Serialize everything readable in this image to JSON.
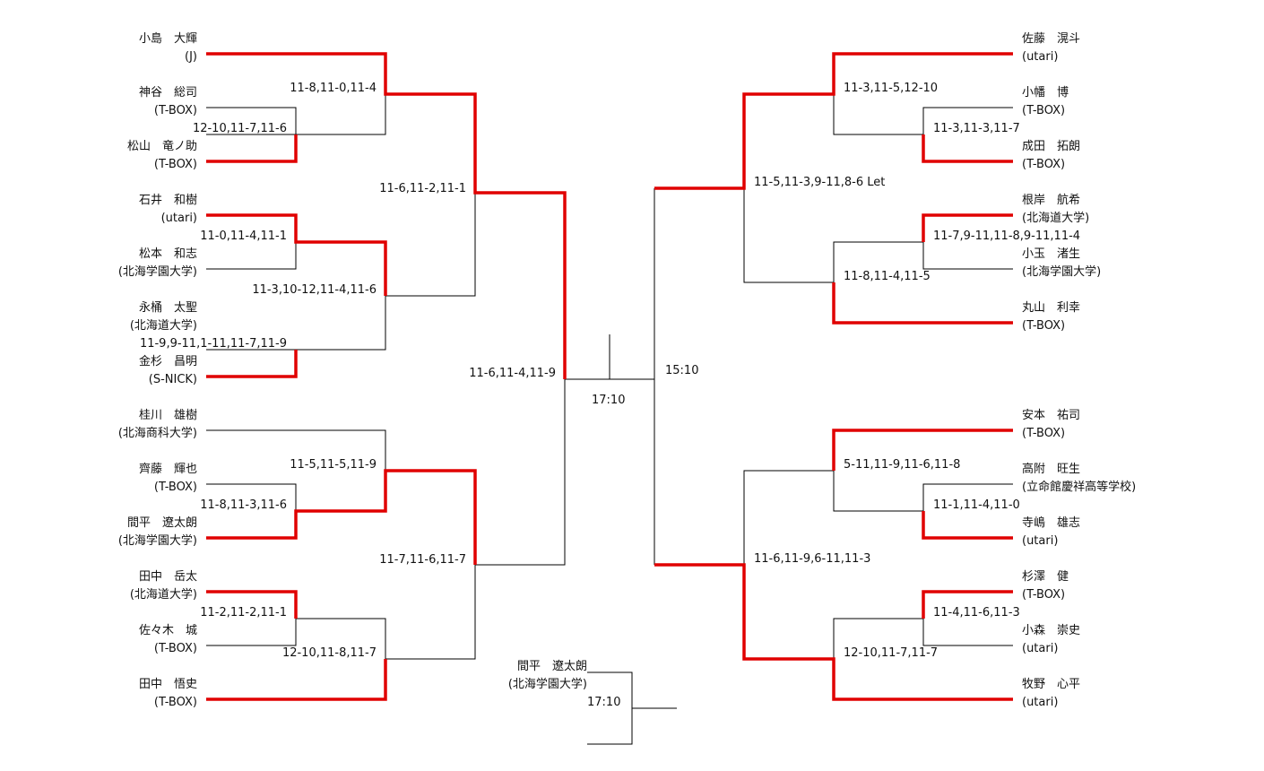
{
  "left_players": [
    {
      "name": "小島　大輝",
      "team": "(J)"
    },
    {
      "name": "神谷　総司",
      "team": "(T-BOX)"
    },
    {
      "name": "松山　竜ノ助",
      "team": "(T-BOX)"
    },
    {
      "name": "石井　和樹",
      "team": "(utari)"
    },
    {
      "name": "松本　和志",
      "team": "(北海学園大学)"
    },
    {
      "name": "永桶　太聖",
      "team": "(北海道大学)"
    },
    {
      "name": "金杉　昌明",
      "team": "(S-NICK)"
    },
    {
      "name": "桂川　雄樹",
      "team": "(北海商科大学)"
    },
    {
      "name": "齊藤　輝也",
      "team": "(T-BOX)"
    },
    {
      "name": "間平　遼太朗",
      "team": "(北海学園大学)"
    },
    {
      "name": "田中　岳太",
      "team": "(北海道大学)"
    },
    {
      "name": "佐々木　城",
      "team": "(T-BOX)"
    },
    {
      "name": "田中　悟史",
      "team": "(T-BOX)"
    }
  ],
  "right_players": [
    {
      "name": "佐藤　滉斗",
      "team": "(utari)"
    },
    {
      "name": "小幡　博",
      "team": "(T-BOX)"
    },
    {
      "name": "成田　拓朗",
      "team": "(T-BOX)"
    },
    {
      "name": "根岸　航希",
      "team": "(北海道大学)"
    },
    {
      "name": "小玉　渚生",
      "team": "(北海学園大学)"
    },
    {
      "name": "丸山　利幸",
      "team": "(T-BOX)"
    },
    {
      "name": "安本　祐司",
      "team": "(T-BOX)"
    },
    {
      "name": "高附　旺生",
      "team": "(立命館慶祥高等学校)"
    },
    {
      "name": "寺嶋　雄志",
      "team": "(utari)"
    },
    {
      "name": "杉澤　健",
      "team": "(T-BOX)"
    },
    {
      "name": "小森　崇史",
      "team": "(utari)"
    },
    {
      "name": "牧野　心平",
      "team": "(utari)"
    }
  ],
  "scores": {
    "l_r1_a": "12-10,11-7,11-6",
    "l_r2_a": "11-8,11-0,11-4",
    "l_r1_b": "11-0,11-4,11-1",
    "l_r1_c": "11-9,9-11,1-11,11-7,11-9",
    "l_r2_b": "11-3,10-12,11-4,11-6",
    "l_r3_a": "11-6,11-2,11-1",
    "l_r1_d": "11-8,11-3,11-6",
    "l_r2_c": "11-5,11-5,11-9",
    "l_r1_e": "11-2,11-2,11-1",
    "l_r2_d": "12-10,11-8,11-7",
    "l_r3_b": "11-7,11-6,11-7",
    "l_semi": "11-6,11-4,11-9",
    "r_r1_a": "11-3,11-3,11-7",
    "r_r2_a": "11-3,11-5,12-10",
    "r_r1_b": "11-7,9-11,11-8,9-11,11-4",
    "r_r2_b": "11-8,11-4,11-5",
    "r_r3_a": "11-5,11-3,9-11,8-6 Let",
    "r_r1_c": "11-1,11-4,11-0",
    "r_r2_c": "5-11,11-9,11-6,11-8",
    "r_r1_d": "11-4,11-6,11-3",
    "r_r2_d": "12-10,11-7,11-7",
    "r_r3_b": "11-6,11-9,6-11,11-3"
  },
  "times": {
    "final": "17:10",
    "right_semi": "15:10",
    "third_place": "17:10"
  },
  "third_place": {
    "name": "間平　遼太朗",
    "team": "(北海学園大学)"
  },
  "colors": {
    "winner_line": "#e00000",
    "line": "#000000"
  }
}
